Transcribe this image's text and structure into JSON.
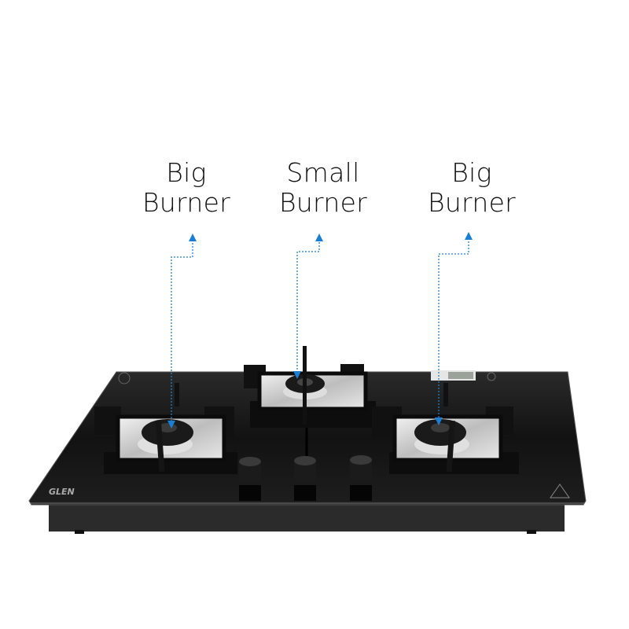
{
  "labels": [
    {
      "line1": "Big",
      "line2": "Burner"
    },
    {
      "line1": "Small",
      "line2": "Burner"
    },
    {
      "line1": "Big",
      "line2": "Burner"
    }
  ],
  "brand": "GLEN",
  "colors": {
    "arrow": "#1a7fd4",
    "glass": "#151515",
    "steel": "#cfcfcf"
  }
}
